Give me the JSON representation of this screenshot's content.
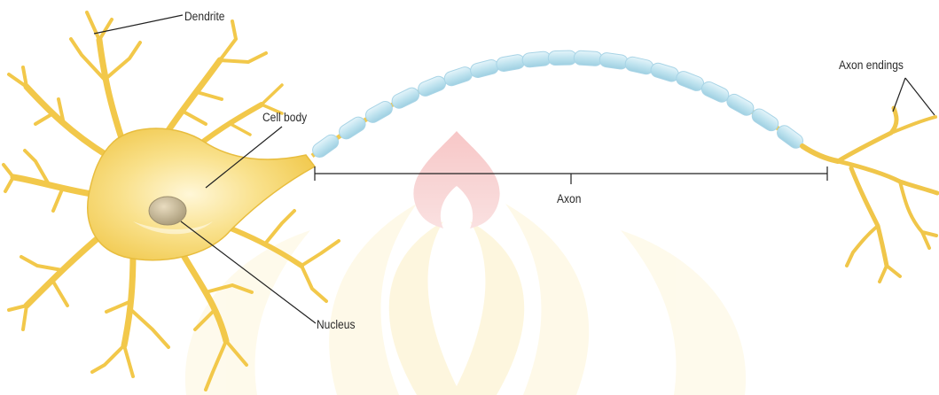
{
  "labels": {
    "dendrite": "Dendrite",
    "cell_body": "Cell body",
    "axon": "Axon",
    "axon_endings": "Axon endings",
    "nucleus": "Nucleus"
  },
  "colors": {
    "cell": "#f7d870",
    "myelin": "#bfe3ef",
    "label_text": "#2a2a2a",
    "leader_lines": "#222222",
    "watermark_flame": "#e88a8a",
    "watermark_flower": "#fbe9a8"
  }
}
